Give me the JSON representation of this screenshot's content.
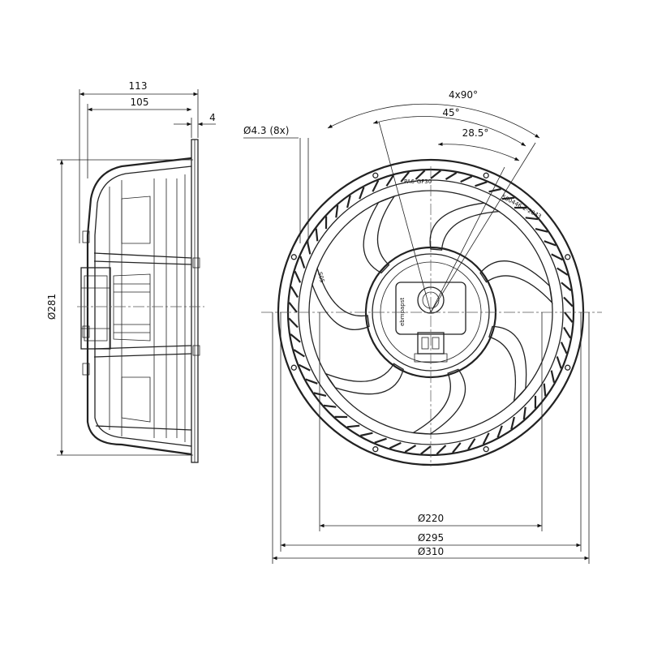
{
  "dimensions": {
    "depth_total": "113",
    "depth_body": "105",
    "flange_thickness": "4",
    "height_side": "Ø281",
    "hole_spec": "Ø4.3 (8x)",
    "angle_pattern": "4x90°",
    "angle_45": "45°",
    "angle_28": "28.5°",
    "dia_220": "Ø220",
    "dia_295": "Ø295",
    "dia_310": "Ø310"
  },
  "part_markings": {
    "material": "PA6-GF30",
    "part_number": "500446-2-2843",
    "side_mark": "S05",
    "hub_mark": "ebmpapst"
  }
}
